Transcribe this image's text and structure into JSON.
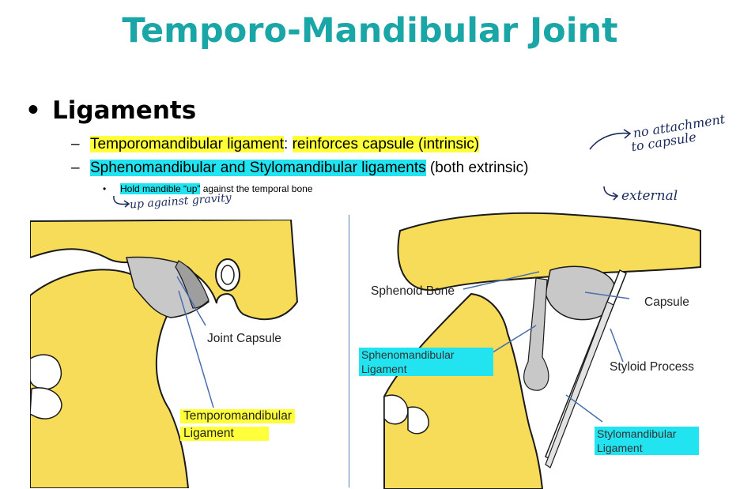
{
  "title": "Temporo-Mandibular Joint",
  "bullet": "Ligaments",
  "items": [
    {
      "parts": [
        "Temporomandibular ligament",
        ": ",
        "reinforces capsule (intrinsic)"
      ]
    },
    {
      "parts": [
        "Sphenomandibular and Stylomandibular ligaments",
        " (both extrinsic)"
      ]
    }
  ],
  "subitem": {
    "highlighted": "Hold mandible “up”",
    "rest": " against the temporal bone"
  },
  "handwritten": {
    "note1_line1": "no attachment",
    "note1_line2": "to capsule",
    "note2": "external",
    "note3": "up against gravity"
  },
  "left_figure": {
    "label_joint_capsule": "Joint Capsule",
    "label_tm_ligament_1": "Temporomandibular",
    "label_tm_ligament_2": "Ligament"
  },
  "right_figure": {
    "label_sphenoid_bone": "Sphenoid Bone",
    "label_capsule": "Capsule",
    "label_spheno_1": "Sphenomandibular",
    "label_spheno_2": "Ligament",
    "label_styloid": "Styloid Process",
    "label_stylo_1": "Stylomandibular",
    "label_stylo_2": "Ligament"
  },
  "colors": {
    "title": "#1aa6a6",
    "highlight_yellow": "#ffff3a",
    "highlight_cyan": "#22e3f0",
    "bone": "#f7dc59",
    "ligament": "#bdbdbd",
    "ink": "#1a2b5c",
    "pointer": "#4a6fae"
  }
}
